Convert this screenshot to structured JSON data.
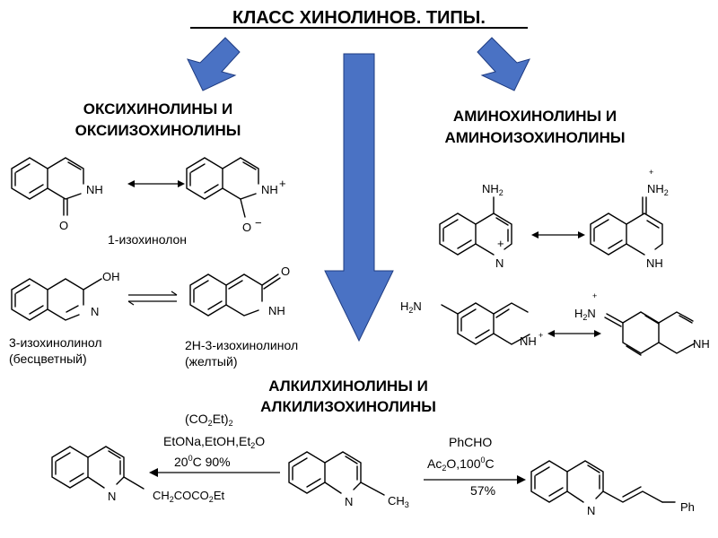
{
  "title": "КЛАСС ХИНОЛИНОВ. ТИПЫ.",
  "sections": {
    "oxy_line1": "ОКСИХИНОЛИНЫ И",
    "oxy_line2": "ОКСИИЗОХИНОЛИНЫ",
    "amino_line1": "АМИНОХИНОЛИНЫ И",
    "amino_line2": "АМИНОИЗОХИНОЛИНЫ",
    "alkyl_line1": "АЛКИЛХИНОЛИНЫ И",
    "alkyl_line2": "АЛКИЛИЗОХИНОЛИНЫ"
  },
  "compounds": {
    "isoquinolone": "1-изохинолон",
    "isoquinolinol_line1": "3-изохинолинол",
    "isoquinolinol_line2": "(бесцветный)",
    "h_isoquinolinol_line1": "2Н-3-изохинолинол",
    "h_isoquinolinol_line2": "(желтый)"
  },
  "atoms": {
    "nh": "NH",
    "n": "N",
    "o": "O",
    "oh": "OH",
    "nh2": "NH",
    "h2n": "H",
    "plus": "+",
    "minus": "−",
    "two": "2",
    "ch3": "CH",
    "three": "3",
    "ph": "Ph",
    "chain": "CH",
    "chain_rest": "CH",
    "chain_end": "COCO",
    "chain_et": "Et"
  },
  "reaction_left": {
    "line1a": "(CO",
    "line1b": "Et)",
    "line1c": "2",
    "line2": "EtONa,EtOH,Et",
    "line2b": "O",
    "line3a": "20",
    "line3b": "0",
    "line3c": "C    90%"
  },
  "reaction_right": {
    "line1": "PhCHO",
    "line2a": "Ac",
    "line2b": "O,100",
    "line2c": "0",
    "line2d": "C",
    "line3": "57%"
  },
  "colors": {
    "arrow_fill": "#4a72c4",
    "arrow_stroke": "#1f3c82",
    "text": "#000000"
  }
}
